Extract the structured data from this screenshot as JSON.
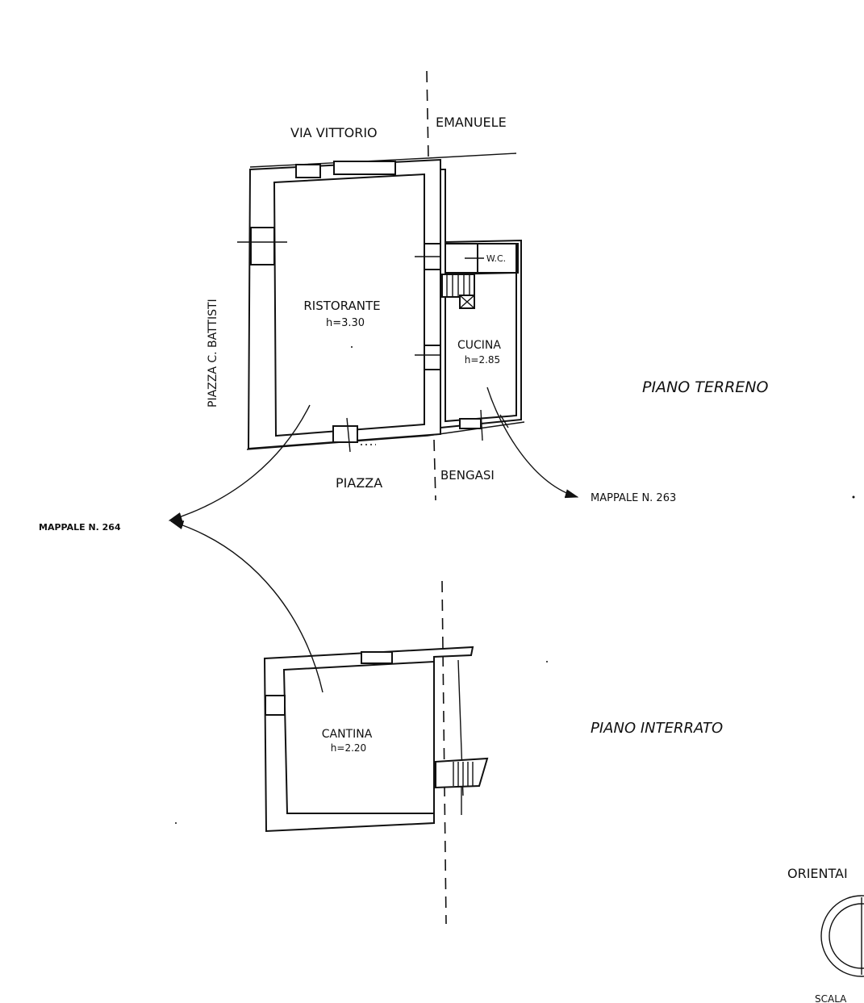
{
  "streets": {
    "north_left": "VIA VITTORIO",
    "north_right": "EMANUELE",
    "west": "PIAZZA C. BATTISTI",
    "south_left": "PIAZZA",
    "south_right": "BENGASI"
  },
  "rooms": {
    "ristorante": {
      "name": "RISTORANTE",
      "height": "h=3.30"
    },
    "cucina": {
      "name": "CUCINA",
      "height": "h=2.85"
    },
    "wc": {
      "name": "W.C."
    },
    "cantina": {
      "name": "CANTINA",
      "height": "h=2.20"
    }
  },
  "levels": {
    "ground": "PIANO TERRENO",
    "basement": "PIANO INTERRATO"
  },
  "parcels": {
    "left": "MAPPALE N. 264",
    "right": "MAPPALE N. 263"
  },
  "orientation": {
    "label": "ORIENTAI",
    "bottom_label": "SCALA"
  },
  "colors": {
    "ink": "#111111",
    "paper": "#ffffff"
  }
}
